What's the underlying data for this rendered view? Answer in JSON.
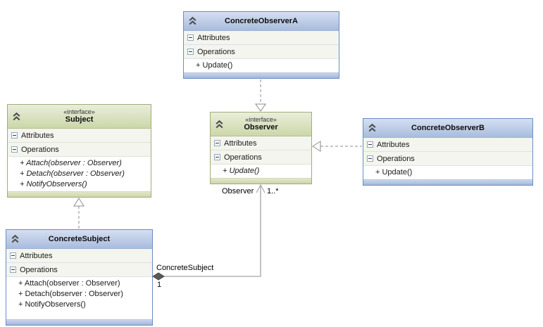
{
  "labels": {
    "attributes": "Attributes",
    "operations": "Operations"
  },
  "classes": {
    "concrete_observer_a": {
      "title": "ConcreteObserverA",
      "methods": [
        "+ Update()"
      ]
    },
    "subject": {
      "stereotype": "«interface»",
      "title": "Subject",
      "methods": [
        "+ Attach(observer : Observer)",
        "+ Detach(observer : Observer)",
        "+ NotifyObservers()"
      ]
    },
    "observer": {
      "stereotype": "«interface»",
      "title": "Observer",
      "methods": [
        "+ Update()"
      ]
    },
    "concrete_observer_b": {
      "title": "ConcreteObserverB",
      "methods": [
        "+ Update()"
      ]
    },
    "concrete_subject": {
      "title": "ConcreteSubject",
      "methods": [
        "+ Attach(observer : Observer)",
        "+ Detach(observer : Observer)",
        "+ NotifyObservers()"
      ]
    }
  },
  "relations": {
    "composition": {
      "name": "ConcreteSubject",
      "source_multiplicity": "1",
      "target_role": "Observer",
      "target_multiplicity": "1..*"
    }
  },
  "icons": {
    "collapse": "double-chevron-up",
    "expander": "minus-box"
  },
  "colors": {
    "class_header_top": "#d5dff1",
    "class_header_bottom": "#a9bcde",
    "class_border": "#6e8cc4",
    "interface_header_top": "#e9eedb",
    "interface_header_bottom": "#ccd7a9",
    "interface_border": "#a3ab79",
    "compartment_bg": "#f3f5ee",
    "connector": "#a3a3a3",
    "dashed_connector": "#8c8c8c",
    "diamond_fill": "#595959"
  }
}
